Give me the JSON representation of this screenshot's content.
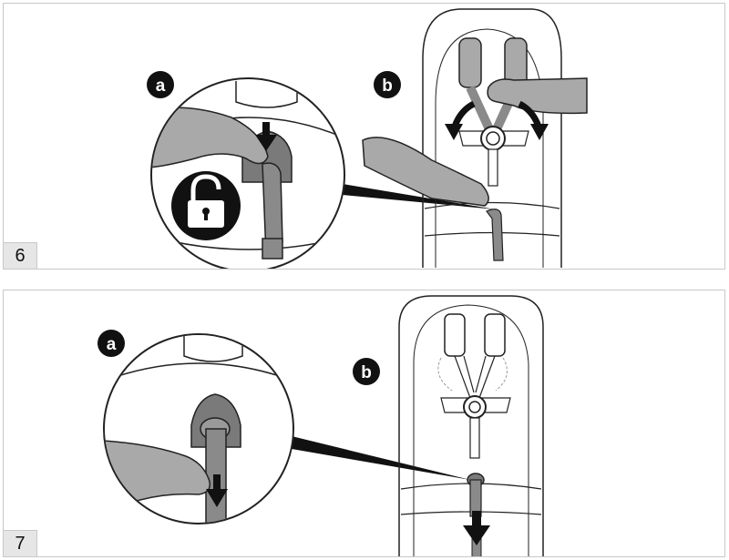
{
  "steps": [
    {
      "number": "6",
      "labels": {
        "a": "a",
        "b": "b"
      },
      "icon": "unlock-icon"
    },
    {
      "number": "7",
      "labels": {
        "a": "a",
        "b": "b"
      },
      "icon": "down-arrow-icon"
    }
  ],
  "colors": {
    "strap": "#8a8a8a",
    "strap_dark": "#5f5f5f",
    "hand": "#a9a9a9",
    "line": "#222222",
    "badge": "#111111",
    "panel_border": "#c8c8c8",
    "number_bg": "#e6e6e6"
  }
}
